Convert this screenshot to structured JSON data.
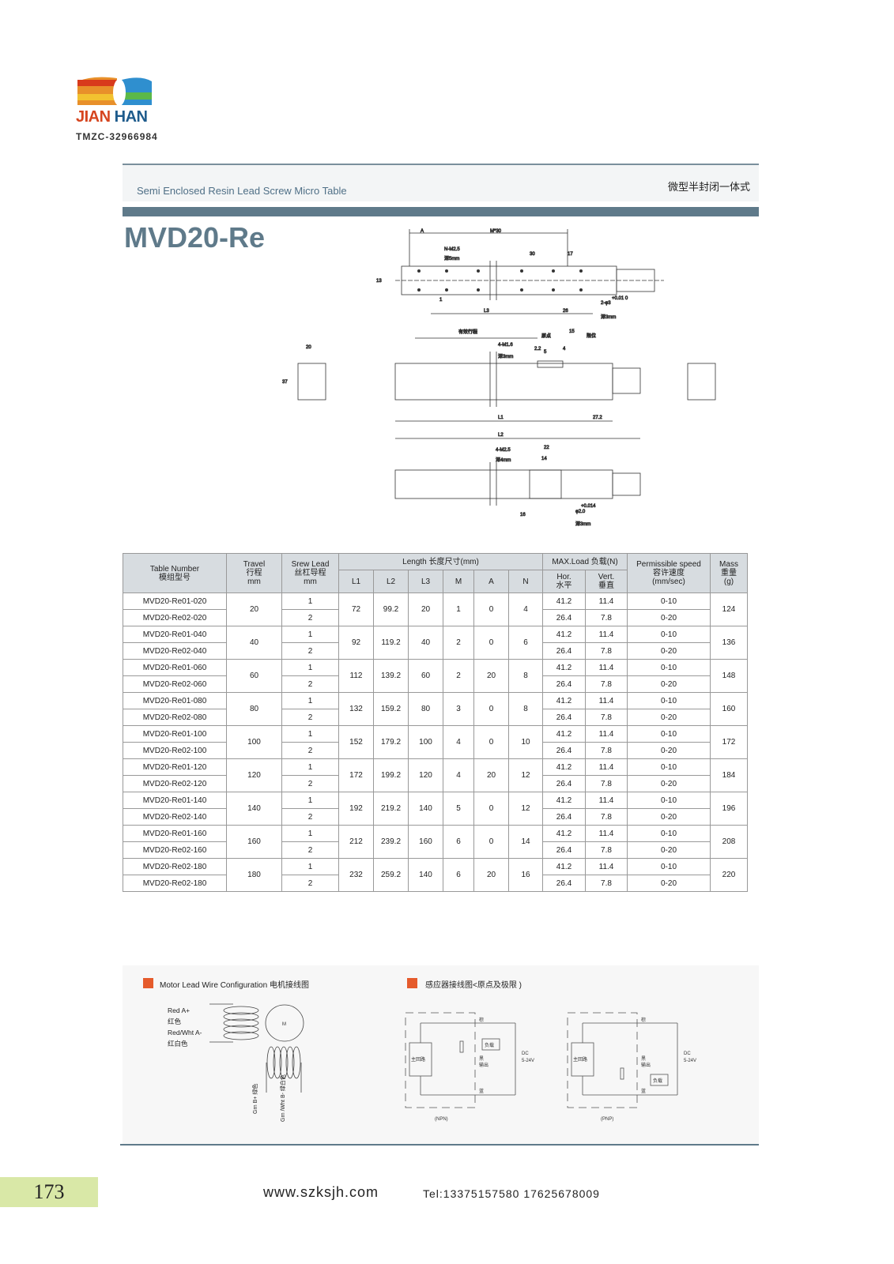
{
  "brand": {
    "name_a": "JIAN",
    "name_b": "HAN",
    "code": "TMZC-32966984"
  },
  "header": {
    "en": "Semi Enclosed Resin Lead Screw Micro Table",
    "cn": "微型半封闭一体式"
  },
  "title": "MVD20-Re",
  "drawing": {
    "top": [
      "A",
      "M*30",
      "N-M2.5",
      "深5mm",
      "30",
      "17",
      "13",
      "1",
      "L3",
      "26",
      "2-φ3",
      "+0.01 0",
      "深3mm"
    ],
    "side": [
      "有效行程",
      "原点",
      "15",
      "限位",
      "4-M1.6",
      "深3mm",
      "2.2",
      "5",
      "4",
      "L1",
      "27.2",
      "L2",
      "20",
      "37"
    ],
    "bottom": [
      "4-M2.5",
      "深4mm",
      "22",
      "14",
      "+0.014",
      "φ2.0",
      "16",
      "深3mm"
    ]
  },
  "table": {
    "headers": {
      "model": "Table Number",
      "model_cn": "模组型号",
      "travel": "Travel",
      "travel_cn": "行程",
      "unit": "mm",
      "lead": "Srew Lead",
      "lead_cn": "丝杠导程",
      "length": "Length  长度尺寸(mm)",
      "cols": [
        "L1",
        "L2",
        "L3",
        "M",
        "A",
        "N"
      ],
      "load": "MAX.Load  负载(N)",
      "hor": "Hor.",
      "hor_cn": "水平",
      "vert": "Vert.",
      "vert_cn": "垂直",
      "speed": "Permissible speed",
      "speed_cn": "容许速度",
      "speed_unit": "(mm/sec)",
      "mass": "Mass",
      "mass_cn": "重量",
      "mass_unit": "(g)"
    },
    "groups": [
      {
        "travel": "20",
        "l1": "72",
        "l2": "99.2",
        "l3": "20",
        "m": "1",
        "a": "0",
        "n": "4",
        "mass": "124",
        "rows": [
          [
            "MVD20-Re01-020",
            "1",
            "41.2",
            "11.4",
            "0-10"
          ],
          [
            "MVD20-Re02-020",
            "2",
            "26.4",
            "7.8",
            "0-20"
          ]
        ]
      },
      {
        "travel": "40",
        "l1": "92",
        "l2": "119.2",
        "l3": "40",
        "m": "2",
        "a": "0",
        "n": "6",
        "mass": "136",
        "rows": [
          [
            "MVD20-Re01-040",
            "1",
            "41.2",
            "11.4",
            "0-10"
          ],
          [
            "MVD20-Re02-040",
            "2",
            "26.4",
            "7.8",
            "0-20"
          ]
        ]
      },
      {
        "travel": "60",
        "l1": "112",
        "l2": "139.2",
        "l3": "60",
        "m": "2",
        "a": "20",
        "n": "8",
        "mass": "148",
        "rows": [
          [
            "MVD20-Re01-060",
            "1",
            "41.2",
            "11.4",
            "0-10"
          ],
          [
            "MVD20-Re02-060",
            "2",
            "26.4",
            "7.8",
            "0-20"
          ]
        ]
      },
      {
        "travel": "80",
        "l1": "132",
        "l2": "159.2",
        "l3": "80",
        "m": "3",
        "a": "0",
        "n": "8",
        "mass": "160",
        "rows": [
          [
            "MVD20-Re01-080",
            "1",
            "41.2",
            "11.4",
            "0-10"
          ],
          [
            "MVD20-Re02-080",
            "2",
            "26.4",
            "7.8",
            "0-20"
          ]
        ]
      },
      {
        "travel": "100",
        "l1": "152",
        "l2": "179.2",
        "l3": "100",
        "m": "4",
        "a": "0",
        "n": "10",
        "mass": "172",
        "rows": [
          [
            "MVD20-Re01-100",
            "1",
            "41.2",
            "11.4",
            "0-10"
          ],
          [
            "MVD20-Re02-100",
            "2",
            "26.4",
            "7.8",
            "0-20"
          ]
        ]
      },
      {
        "travel": "120",
        "l1": "172",
        "l2": "199.2",
        "l3": "120",
        "m": "4",
        "a": "20",
        "n": "12",
        "mass": "184",
        "rows": [
          [
            "MVD20-Re01-120",
            "1",
            "41.2",
            "11.4",
            "0-10"
          ],
          [
            "MVD20-Re02-120",
            "2",
            "26.4",
            "7.8",
            "0-20"
          ]
        ]
      },
      {
        "travel": "140",
        "l1": "192",
        "l2": "219.2",
        "l3": "140",
        "m": "5",
        "a": "0",
        "n": "12",
        "mass": "196",
        "rows": [
          [
            "MVD20-Re01-140",
            "1",
            "41.2",
            "11.4",
            "0-10"
          ],
          [
            "MVD20-Re02-140",
            "2",
            "26.4",
            "7.8",
            "0-20"
          ]
        ]
      },
      {
        "travel": "160",
        "l1": "212",
        "l2": "239.2",
        "l3": "160",
        "m": "6",
        "a": "0",
        "n": "14",
        "mass": "208",
        "rows": [
          [
            "MVD20-Re01-160",
            "1",
            "41.2",
            "11.4",
            "0-10"
          ],
          [
            "MVD20-Re02-160",
            "2",
            "26.4",
            "7.8",
            "0-20"
          ]
        ]
      },
      {
        "travel": "180",
        "l1": "232",
        "l2": "259.2",
        "l3": "140",
        "m": "6",
        "a": "20",
        "n": "16",
        "mass": "220",
        "rows": [
          [
            "MVD20-Re02-180",
            "1",
            "41.2",
            "11.4",
            "0-10"
          ],
          [
            "MVD20-Re02-180",
            "2",
            "26.4",
            "7.8",
            "0-20"
          ]
        ]
      }
    ]
  },
  "motor": {
    "title": "Motor  Lead  Wire Configuration 电机接线图",
    "red_a": "Red A+",
    "red_cn": "红色",
    "redwht": "Red/Wht A-",
    "redwht_cn": "红白色",
    "m": "M",
    "grn": "Grn B+",
    "grn_cn": "绿色",
    "grnwht": "Grn /Wht B-",
    "grnwht_cn": "绿白色"
  },
  "sensor": {
    "title": "感应器接线图<原点及极限 )",
    "main": "主回路",
    "brown": "棕",
    "black": "黑",
    "out": "输出",
    "blue": "蓝",
    "load": "负载",
    "dc": "DC",
    "v": "5-24V",
    "npn": "(NPN)",
    "pnp": "(PNP)"
  },
  "footer": {
    "page": "173",
    "web": "www.szksjh.com",
    "tel": "Tel:13375157580  17625678009"
  }
}
